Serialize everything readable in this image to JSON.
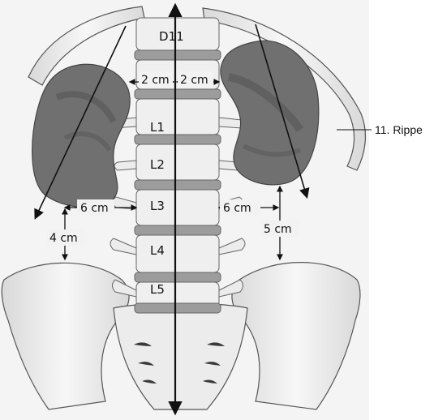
{
  "vertebrae": {
    "d11": "D11",
    "l1": "L1",
    "l2": "L2",
    "l3": "L3",
    "l4": "L4",
    "l5": "L5"
  },
  "measurements": {
    "left_to_midline": "2 cm",
    "right_to_midline": "2 cm",
    "left_lower_pole_to_midline": "6 cm",
    "right_lower_pole_to_midline": "6 cm",
    "left_lower_pole_to_crest": "4 cm",
    "right_lower_pole_to_crest": "5 cm"
  },
  "rib_label": "11. Rippe",
  "colors": {
    "kidney": "#6f6f6f",
    "kidney_dark": "#4f4f4f",
    "kidney_light": "#9a9a9a",
    "bone": "#eeeeee",
    "bone_edge": "#555555",
    "disc": "#9c9c9c",
    "paper": "#f3f3f3",
    "line": "#111111"
  }
}
